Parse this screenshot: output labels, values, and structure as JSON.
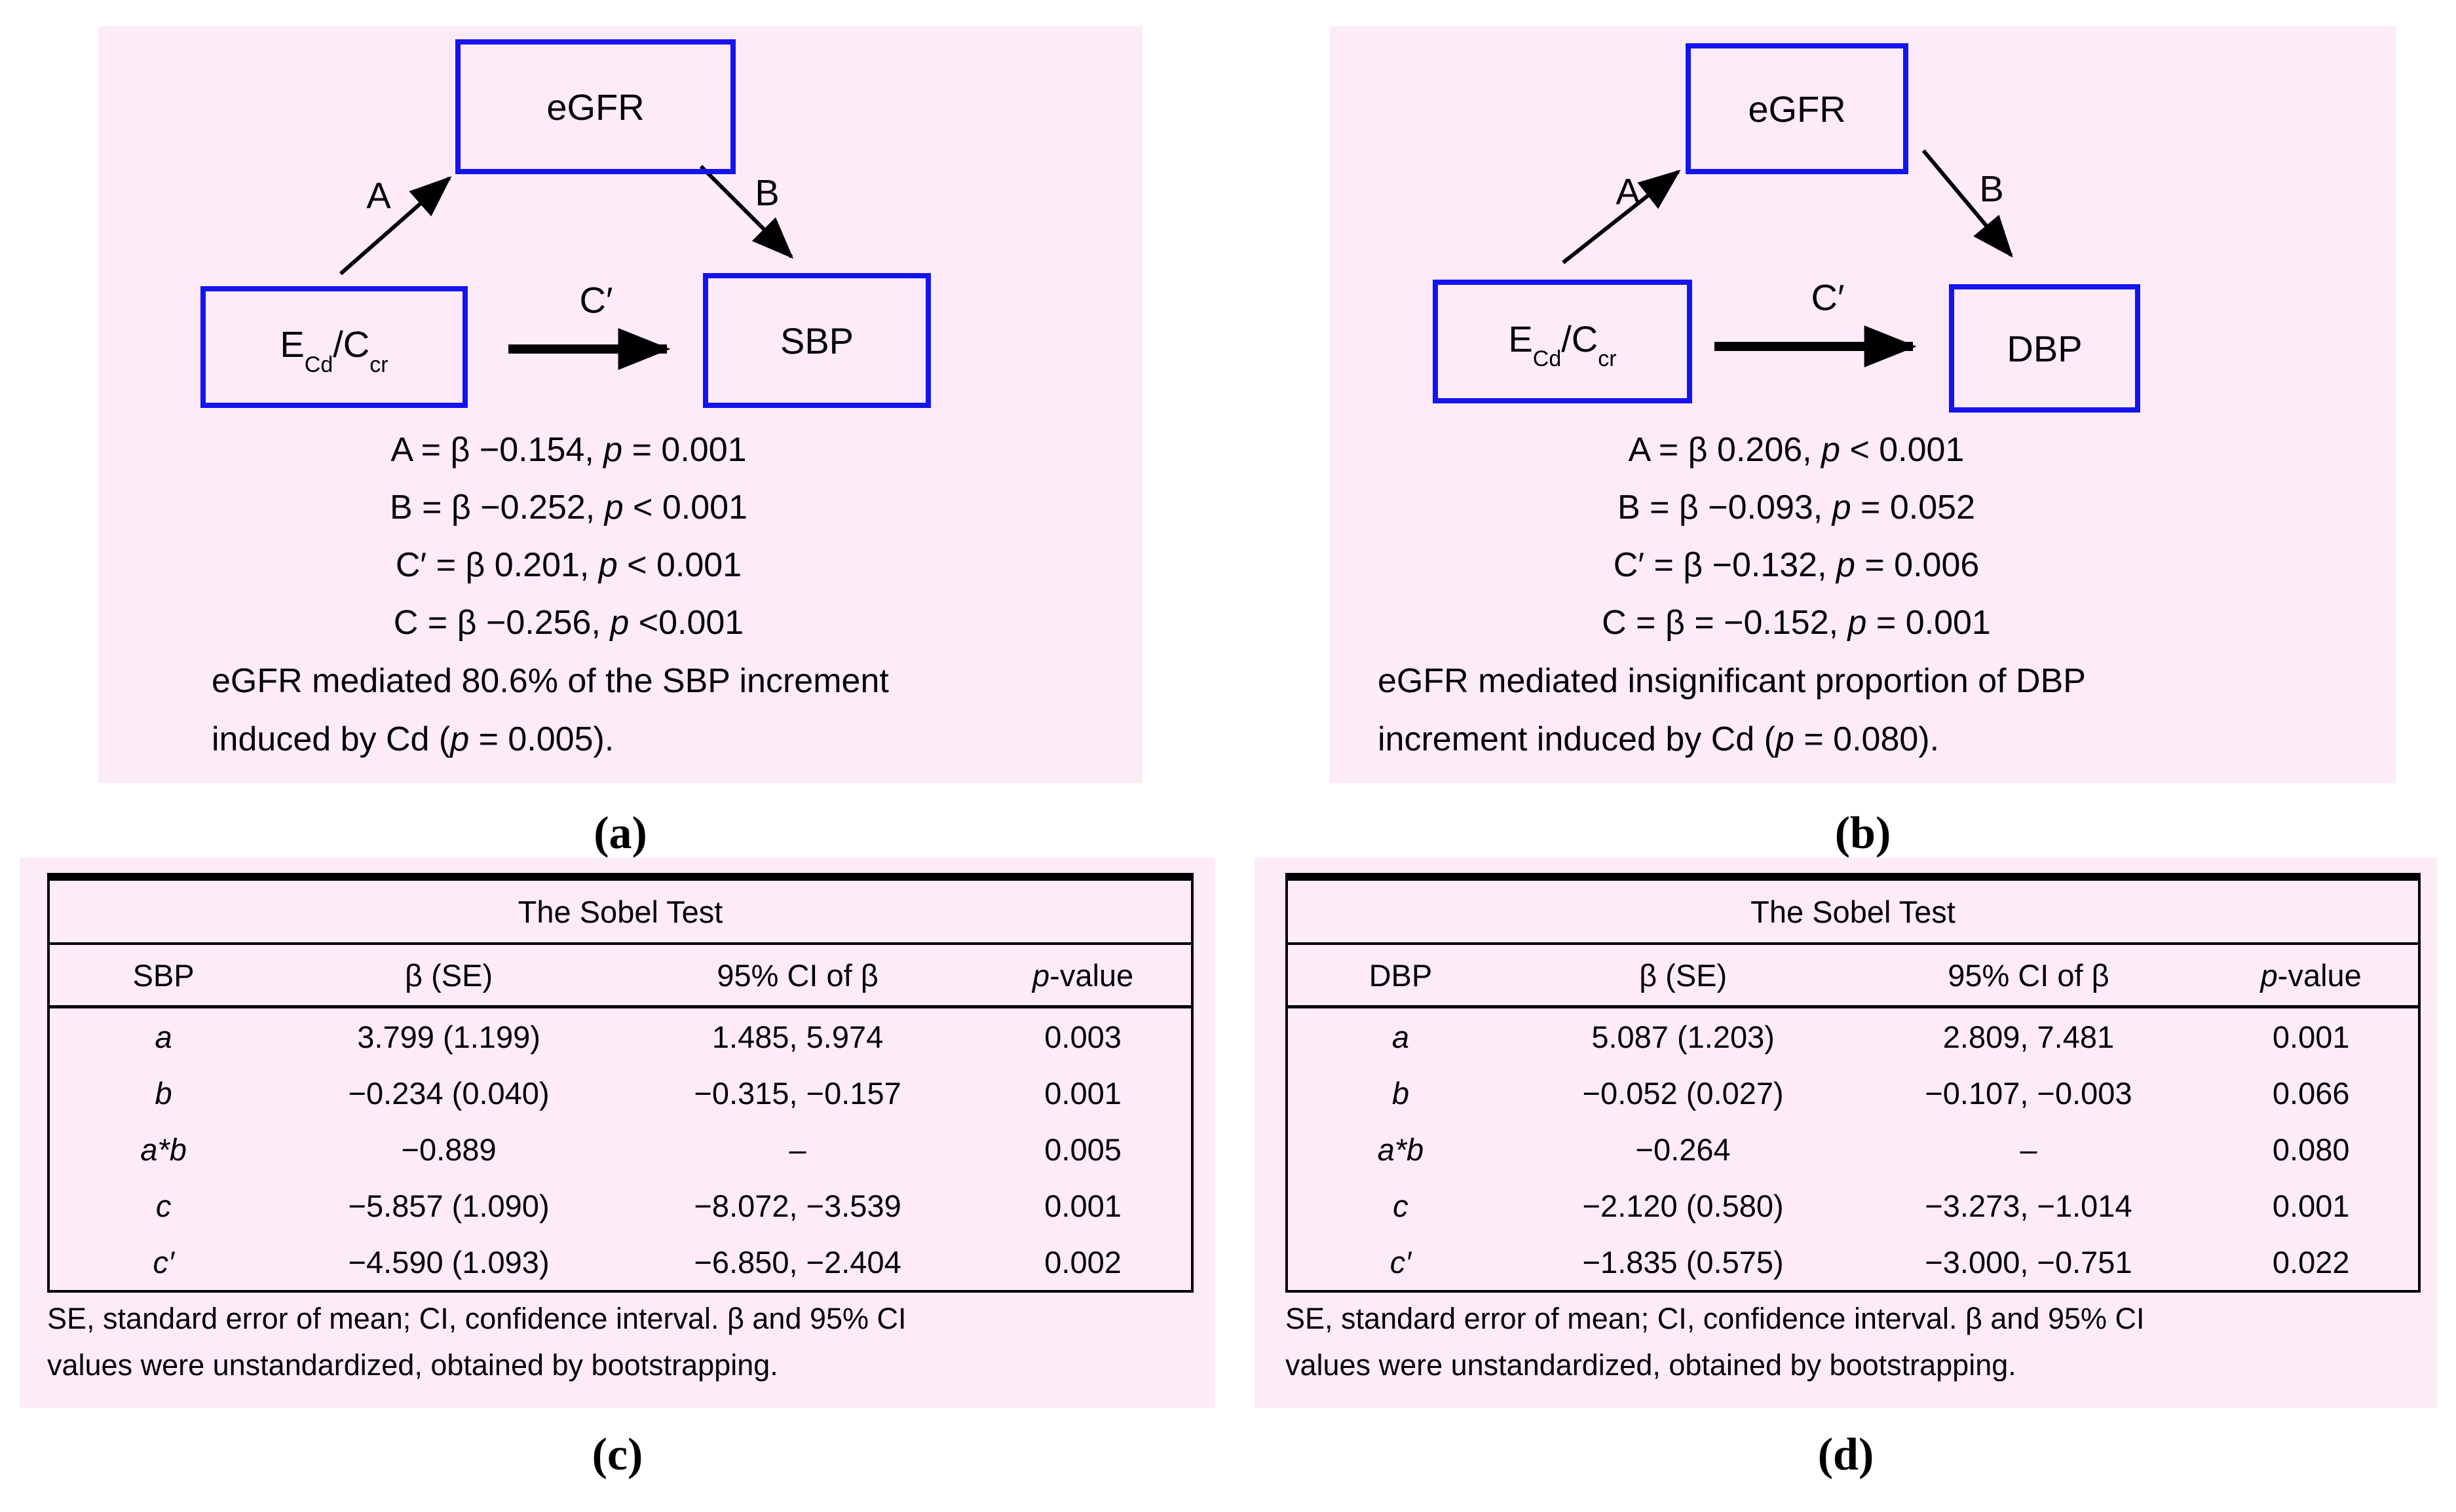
{
  "figure": {
    "colors": {
      "panel_bg": "#fdebf8",
      "node_border": "#1414f0",
      "ink": "#000000"
    },
    "diagram_a": {
      "panel_label": "(a)",
      "mediator": "eGFR",
      "exposure": {
        "base": "E",
        "sub": "Cd",
        "mid": "/C",
        "sub2": "cr"
      },
      "outcome": "SBP",
      "path_labels": {
        "a": "A",
        "b": "B",
        "c_prime": "C′"
      },
      "stats": [
        {
          "pre": "A = β −0.154, ",
          "p": "p",
          "post": " = 0.001"
        },
        {
          "pre": "B = β −0.252, ",
          "p": "p",
          "post": " < 0.001"
        },
        {
          "pre": "C′ = β 0.201, ",
          "p": "p",
          "post": " < 0.001"
        },
        {
          "pre": "C = β −0.256, ",
          "p": "p",
          "post": " <0.001"
        }
      ],
      "summary": {
        "line1": "eGFR mediated 80.6% of the SBP increment",
        "line2_pre": "induced by Cd (",
        "p": "p",
        "line2_post": " = 0.005)."
      }
    },
    "diagram_b": {
      "panel_label": "(b)",
      "mediator": "eGFR",
      "exposure": {
        "base": "E",
        "sub": "Cd",
        "mid": "/C",
        "sub2": "cr"
      },
      "outcome": "DBP",
      "path_labels": {
        "a": "A",
        "b": "B",
        "c_prime": "C′"
      },
      "stats": [
        {
          "pre": "A = β 0.206, ",
          "p": "p",
          "post": " < 0.001"
        },
        {
          "pre": "B = β −0.093, ",
          "p": "p",
          "post": " = 0.052"
        },
        {
          "pre": "C′ = β −0.132, ",
          "p": "p",
          "post": " = 0.006"
        },
        {
          "pre": "C = β = −0.152, ",
          "p": "p",
          "post": " = 0.001"
        }
      ],
      "summary": {
        "line1": "eGFR mediated insignificant proportion of DBP",
        "line2_pre": "increment induced by Cd (",
        "p": "p",
        "line2_post": " = 0.080)."
      }
    },
    "table_c": {
      "panel_label": "(c)",
      "title": "The Sobel Test",
      "headers": {
        "col1": "SBP",
        "col2": "β (SE)",
        "col3": "95% CI of β",
        "col4_p": "p",
        "col4_rest": "-value"
      },
      "rows": [
        {
          "label": "a",
          "beta": "3.799 (1.199)",
          "ci": "1.485, 5.974",
          "p": "0.003"
        },
        {
          "label": "b",
          "beta": "−0.234 (0.040)",
          "ci": "−0.315, −0.157",
          "p": "0.001"
        },
        {
          "label": "a*b",
          "beta": "−0.889",
          "ci": "–",
          "p": "0.005"
        },
        {
          "label": "c",
          "beta": "−5.857 (1.090)",
          "ci": "−8.072, −3.539",
          "p": "0.001"
        },
        {
          "label": "c′",
          "beta": "−4.590 (1.093)",
          "ci": "−6.850, −2.404",
          "p": "0.002"
        }
      ],
      "footnote_line1": "SE, standard error of mean; CI, confidence interval. β and 95% CI",
      "footnote_line2": "values were unstandardized, obtained by bootstrapping."
    },
    "table_d": {
      "panel_label": "(d)",
      "title": "The Sobel Test",
      "headers": {
        "col1": "DBP",
        "col2": "β (SE)",
        "col3": "95% CI of β",
        "col4_p": "p",
        "col4_rest": "-value"
      },
      "rows": [
        {
          "label": "a",
          "beta": "5.087 (1.203)",
          "ci": "2.809, 7.481",
          "p": "0.001"
        },
        {
          "label": "b",
          "beta": "−0.052 (0.027)",
          "ci": "−0.107, −0.003",
          "p": "0.066"
        },
        {
          "label": "a*b",
          "beta": "−0.264",
          "ci": "–",
          "p": "0.080"
        },
        {
          "label": "c",
          "beta": "−2.120 (0.580)",
          "ci": "−3.273, −1.014",
          "p": "0.001"
        },
        {
          "label": "c′",
          "beta": "−1.835 (0.575)",
          "ci": "−3.000, −0.751",
          "p": "0.022"
        }
      ],
      "footnote_line1": "SE, standard error of mean; CI, confidence interval. β and 95% CI",
      "footnote_line2": "values were unstandardized, obtained by bootstrapping."
    }
  }
}
